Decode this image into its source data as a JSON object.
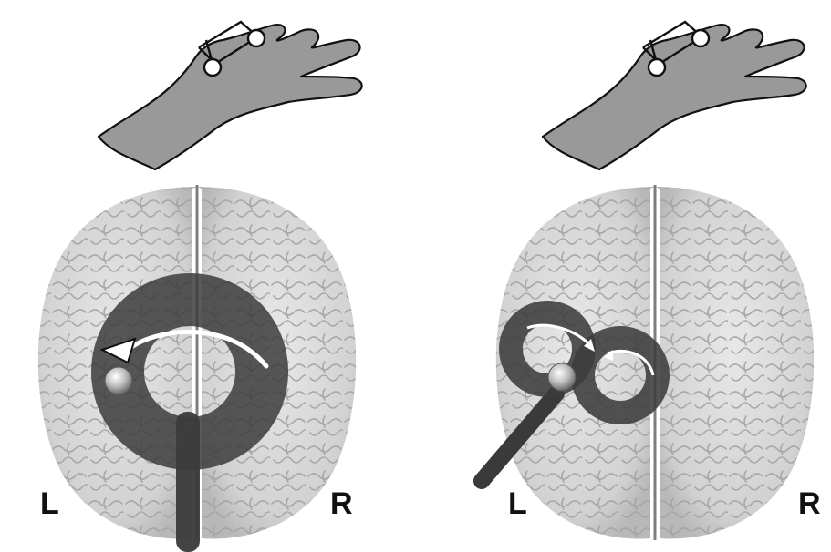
{
  "panels": [
    {
      "id": "left",
      "left_label": "L",
      "right_label": "R",
      "pattern": "single-loop"
    },
    {
      "id": "right",
      "left_label": "L",
      "right_label": "R",
      "pattern": "figure-eight"
    }
  ],
  "colors": {
    "hand_fill": "#999999",
    "hand_stroke": "#111111",
    "brain_base": "#dcdcdc",
    "brain_sulci": "#9a9a9a",
    "ring": "#3c3c3c",
    "stem": "#3a3a3a",
    "arrow": "#ffffff",
    "label": "#111111"
  },
  "icons": [
    "hand-icon",
    "brain-icon",
    "electrode-icon",
    "rotation-arrow-icon"
  ]
}
